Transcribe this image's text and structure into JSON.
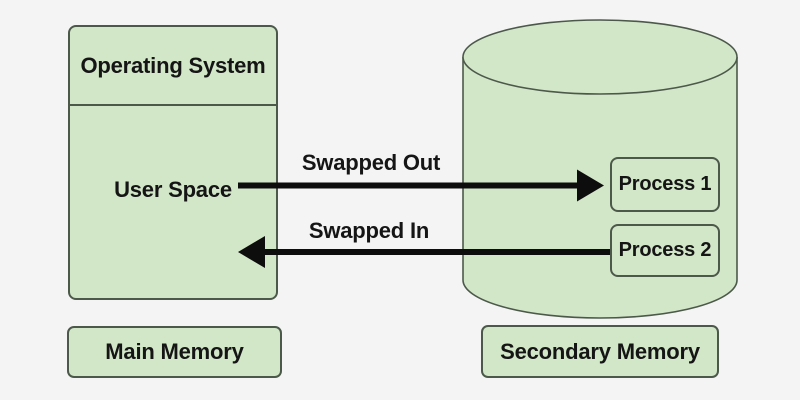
{
  "main_memory": {
    "sections": {
      "os": "Operating System",
      "user": "User Space"
    },
    "caption": "Main Memory"
  },
  "secondary_memory": {
    "caption": "Secondary Memory",
    "processes": [
      {
        "label": "Process 1"
      },
      {
        "label": "Process 2"
      }
    ]
  },
  "arrows": {
    "out_label": "Swapped Out",
    "in_label": "Swapped In"
  },
  "colors": {
    "background": "#f4f4f5",
    "shape_fill": "#d2e6c8",
    "shape_border": "#4c594a",
    "arrow": "#0d0d0d",
    "text": "#151515"
  }
}
